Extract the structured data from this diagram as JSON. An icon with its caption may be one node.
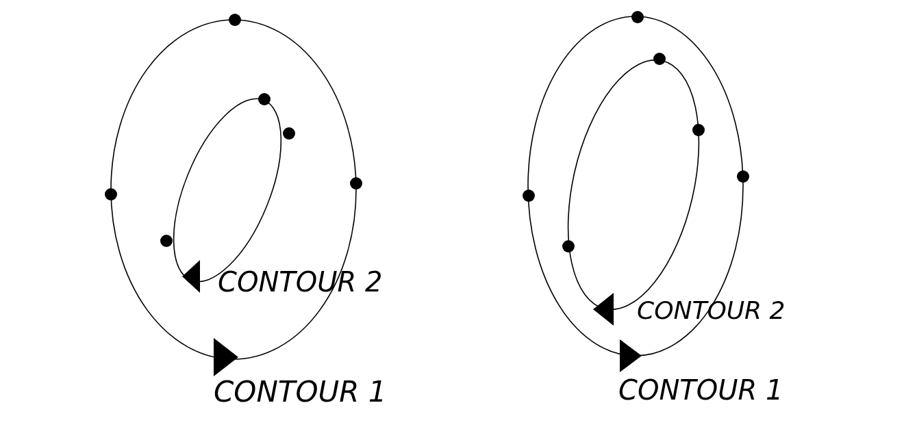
{
  "diagram": {
    "labels": [
      "CONTOUR 2",
      "CONTOUR 1",
      "CONTOUR 2",
      "CONTOUR 1"
    ]
  }
}
